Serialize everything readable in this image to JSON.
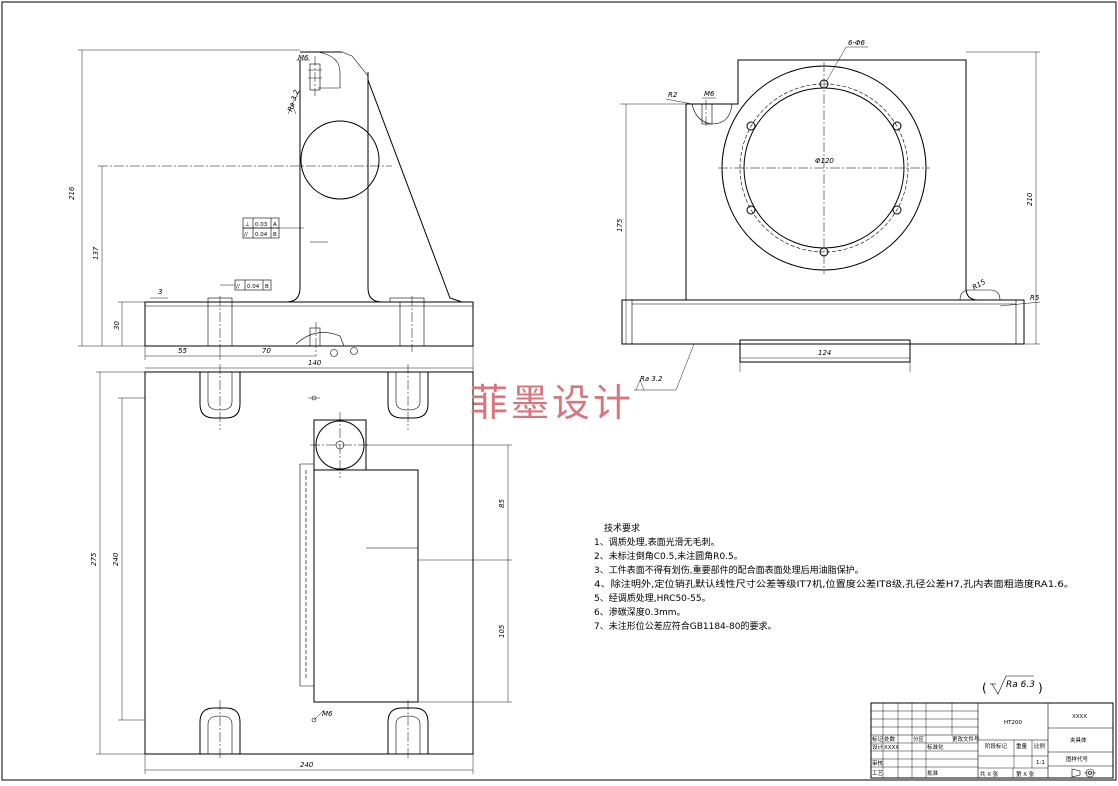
{
  "watermark": "菲墨设计",
  "front_view": {
    "dims": {
      "overall_height": "216",
      "bore_height": "137",
      "base_height": "30",
      "base_width": "140",
      "slot_a": "55",
      "slot_b": "70",
      "groove": "3"
    },
    "gdt_perp": "⊥",
    "gdt_perp_value": "0.03",
    "gdt_perp_datum": "A",
    "gdt_par": "//",
    "gdt_par_value": "0.04",
    "gdt_par_datum": "B",
    "gdt_flat": "//",
    "gdt_flat_value": "0.04",
    "gdt_flat_datum": "B",
    "thread_top": "M6",
    "rough_top": "Ra 3.2"
  },
  "side_view": {
    "dims": {
      "height": "210",
      "center_height": "175",
      "pcd": "Φ120",
      "holes": "6-Φ6",
      "bottom_width": "124",
      "r_top": "R2",
      "thread": "M6",
      "r_base_left": "R15",
      "r_base_right": "R5"
    },
    "rough": "Ra 3.2"
  },
  "top_view": {
    "dims": {
      "width": "240",
      "length_outer": "275",
      "length_inner": "240",
      "d1": "85",
      "d2": "105",
      "thread": "M6"
    }
  },
  "tech_notes": {
    "title": "技术要求",
    "items": [
      "1、调质处理,表面光滑无毛刺。",
      "2、未标注倒角C0.5,未注圆角R0.5。",
      "3、工件表面不得有划伤,重要部件的配合面表面处理后用油脂保护。",
      "4、除注明外,定位销孔默认线性尺寸公差等级IT7机,位置度公差IT8级,孔径公差H7,孔内表面粗造度RA1.6。",
      "5、经调质处理,HRC50-55。",
      "6、渗碳深度0.3mm。",
      "7、未注形位公差应符合GB1184-80的要求。"
    ]
  },
  "general_roughness": "Ra 6.3",
  "title_block": {
    "material": "HT200",
    "company": "XXXX",
    "part_name": "夹具体",
    "drawing_no": "图样代号",
    "scale": "1:1",
    "labels": {
      "row1": "标记",
      "row1b": "处数",
      "row1c": "分区",
      "row1d": "更改文件号",
      "designer": "设计",
      "designer_name": "XXXX",
      "std": "标准化",
      "stage": "阶段标记",
      "weight": "重量",
      "ratio": "比例",
      "review": "审核",
      "process": "工艺",
      "approve": "批准",
      "sheets_total": "共 X 张",
      "sheet_no": "第 X 张"
    }
  }
}
